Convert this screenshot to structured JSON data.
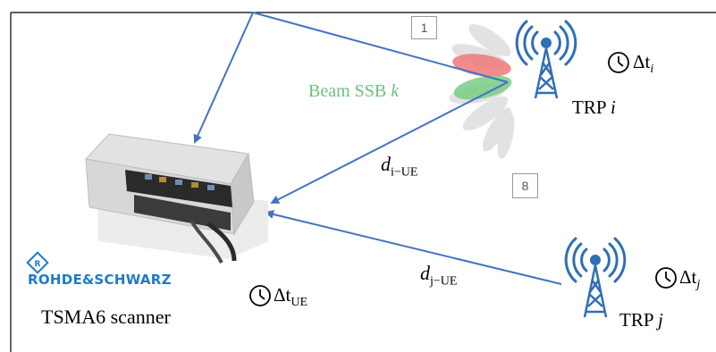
{
  "colors": {
    "arrow": "#4472C4",
    "beam_red": "#F08080",
    "beam_green": "#7FCF8A",
    "beam_gray": "#D9D9D9",
    "logo_blue": "#1E7AC8",
    "tower_blue": "#2F6FB5",
    "beam_label": "#6BC17A"
  },
  "icons": [
    "clock-icon",
    "antenna-tower-icon",
    "rohde-schwarz-diamond-logo",
    "scanner-device-image"
  ],
  "beam_index_first": "1",
  "beam_index_last": "8",
  "beam_label": {
    "text": "Beam SSB ",
    "index": "k"
  },
  "trp_i": {
    "prefix": "TRP ",
    "index": "i",
    "delta": "Δt",
    "delta_sub": "i"
  },
  "trp_j": {
    "prefix": "TRP ",
    "index": "j",
    "delta": "Δt",
    "delta_sub": "j"
  },
  "distance_i": {
    "main": "d",
    "sub": "i−UE"
  },
  "distance_j": {
    "main": "d",
    "sub": "j−UE"
  },
  "scanner": {
    "brand": "ROHDE&SCHWARZ",
    "name": "TSMA6 scanner",
    "delta": "Δt",
    "delta_sub": "UE"
  }
}
